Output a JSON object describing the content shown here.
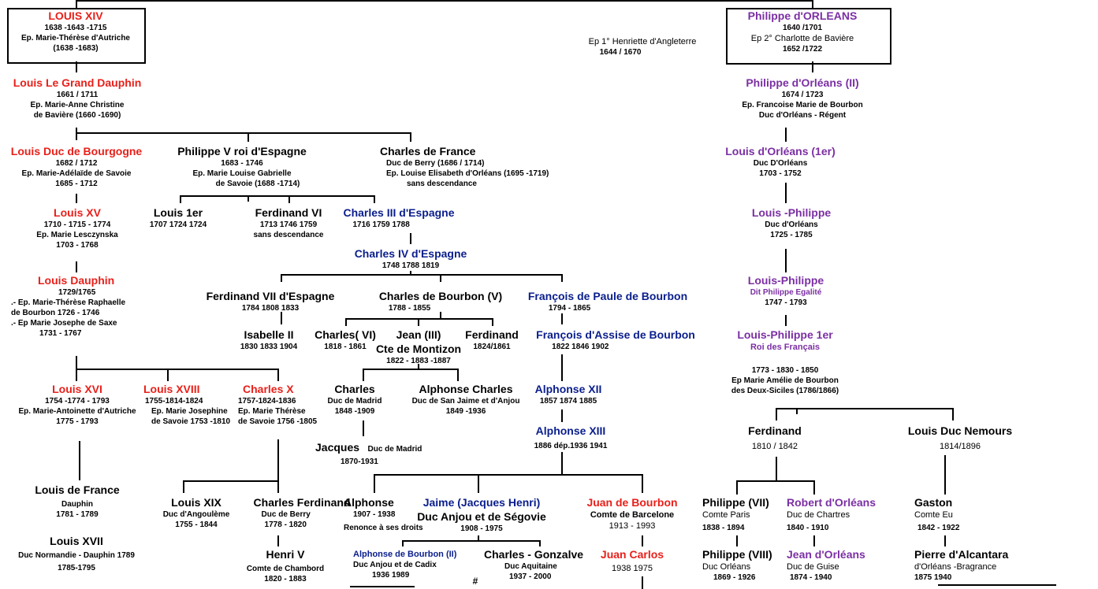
{
  "colors": {
    "red": "#e8201a",
    "blue": "#0a1e8c",
    "purple": "#7b2fa3",
    "line": "#000000"
  },
  "louis14": {
    "name": "LOUIS XIV",
    "dates": "1638 -1643 -1715",
    "spouse1": "Ep. Marie-Thérèse d'Autriche",
    "spouse2": "(1638 -1683)"
  },
  "philippe_orleans": {
    "name": "Philippe d'ORLEANS",
    "dates": "1640 /1701",
    "spouse": "Ep 2° Charlotte de Bavière",
    "spouse_dates": "1652 /1722"
  },
  "henriette": {
    "text": "Ep 1° Henriette d'Angleterre",
    "dates": "1644 / 1670"
  },
  "grand_dauphin": {
    "name": "Louis Le Grand Dauphin",
    "dates": "1661 / 1711",
    "spouse1": "Ep. Marie-Anne Christine",
    "spouse2": "de Bavière (1660 -1690)"
  },
  "philippe2": {
    "name": "Philippe d'Orléans (II)",
    "dates": "1674 / 1723",
    "spouse": "Ep. Francoise Marie de Bourbon",
    "title": "Duc d'Orléans - Régent"
  },
  "bourgogne": {
    "name": "Louis  Duc de Bourgogne",
    "dates": "1682 / 1712",
    "spouse": "Ep. Marie-Adélaïde de Savoie",
    "spouse_dates": "1685 - 1712"
  },
  "philippe5": {
    "name": "Philippe V roi d'Espagne",
    "dates": "1683 - 1746",
    "spouse1": "Ep. Marie Louise Gabrielle",
    "spouse2": "de Savoie (1688 -1714)"
  },
  "charles_france": {
    "name": "Charles de France",
    "title": "Duc de Berry (1686 / 1714)",
    "spouse": "Ep. Louise Elisabeth d'Orléans  (1695 -1719)",
    "note": "sans descendance"
  },
  "louis_orleans1": {
    "name": "Louis d'Orléans (1er)",
    "title": "Duc D'Orléans",
    "dates": "1703 - 1752"
  },
  "louis15": {
    "name": "Louis XV",
    "dates": "1710 - 1715 - 1774",
    "spouse": "Ep. Marie Lesczynska",
    "spouse_dates": "1703 - 1768"
  },
  "louis1er": {
    "name": "Louis 1er",
    "dates": "1707 1724 1724"
  },
  "ferdinand6": {
    "name": "Ferdinand VI",
    "dates": "1713 1746 1759",
    "note": "sans descendance"
  },
  "charles3": {
    "name": "Charles III d'Espagne",
    "dates": "1716 1759 1788"
  },
  "louis_philippe_a": {
    "name": "Louis -Philippe",
    "title": "Duc d'Orléans",
    "dates": "1725 - 1785"
  },
  "charles4": {
    "name": "Charles IV d'Espagne",
    "dates": "1748 1788 1819"
  },
  "louis_dauphin": {
    "name": "Louis Dauphin",
    "dates": "1729/1765",
    "spouse1": ".- Ep.  Marie-Thérèse Raphaelle",
    "spouse1b": "de Bourbon  1726 - 1746",
    "spouse2": ".- Ep Marie Josephe de Saxe",
    "spouse2b": "1731 - 1767"
  },
  "louis_philippe_b": {
    "name": "Louis-Philippe",
    "title": "Dit Philippe Egalité",
    "dates": "1747 - 1793"
  },
  "ferdinand7": {
    "name": "Ferdinand VII d'Espagne",
    "dates": "1784 1808 1833"
  },
  "charles_bourbon5": {
    "name": "Charles de Bourbon (V)",
    "dates": "1788 - 1855"
  },
  "francois_paule": {
    "name": "François de Paule de Bourbon",
    "dates": "1794 - 1865"
  },
  "isabelle2": {
    "name": "Isabelle II",
    "dates": "1830 1833 1904"
  },
  "charles6": {
    "name": "Charles( VI)",
    "dates": "1818 - 1861"
  },
  "jean3": {
    "name": "Jean (III)",
    "title": "Cte de Montizon",
    "dates": "1822 - 1883 -1887"
  },
  "ferdinand_b": {
    "name": "Ferdinand",
    "dates": "1824/1861"
  },
  "francois_assise": {
    "name": "François d'Assise de Bourbon",
    "dates": "1822  1846 1902"
  },
  "lp1er": {
    "name": "Louis-Philippe 1er",
    "title": "Roi des Français",
    "dates": "1773 - 1830 - 1850",
    "spouse": "Ep  Marie Amélie de Bourbon",
    "spouse2": "des Deux-Siciles (1786/1866)"
  },
  "louis16": {
    "name": "Louis XVI",
    "dates": "1754 -1774 - 1793",
    "spouse": "Ep. Marie-Antoinette d'Autriche",
    "spouse_dates": "1775 - 1793"
  },
  "louis18": {
    "name": "Louis XVIII",
    "dates": "1755-1814-1824",
    "spouse": "Ep. Marie Josephine",
    "spouse2": "de Savoie  1753 -1810"
  },
  "charles10": {
    "name": "Charles X",
    "dates": "1757-1824-1836",
    "spouse": "Ep. Marie Thérèse",
    "spouse2": "de Savoie  1756 -1805"
  },
  "charles_madrid": {
    "name": "Charles",
    "title": "Duc de Madrid",
    "dates": "1848 -1909"
  },
  "alphonse_charles": {
    "name": "Alphonse Charles",
    "title": "Duc de San Jaime et d'Anjou",
    "dates": "1849 -1936"
  },
  "alphonse12": {
    "name": "Alphonse XII",
    "dates": "1857 1874 1885"
  },
  "ferdinand_orl": {
    "name": "Ferdinand",
    "dates": "1810 / 1842"
  },
  "nemours": {
    "name": "Louis Duc Nemours",
    "dates": "1814/1896"
  },
  "jacques": {
    "name": "Jacques",
    "title": "Duc de Madrid",
    "dates": "1870-1931"
  },
  "alphonse13": {
    "name": "Alphonse XIII",
    "dates": "1886 dép.1936 1941"
  },
  "louis_france": {
    "name": "Louis de France",
    "title": "Dauphin",
    "dates": "1781 - 1789"
  },
  "louis17": {
    "name": "Louis XVII",
    "title": "Duc Normandie - Dauphin 1789",
    "dates": "1785-1795"
  },
  "louis19": {
    "name": "Louis XIX",
    "title": "Duc d'Angoulème",
    "dates": "1755 - 1844"
  },
  "charles_ferdinand": {
    "name": "Charles Ferdinand",
    "title": "Duc de Berry",
    "dates": "1778 - 1820"
  },
  "henri5": {
    "name": "Henri V",
    "title": "Comte de Chambord",
    "dates": "1820 - 1883"
  },
  "alphonse_b": {
    "name": "Alphonse",
    "dates": "1907 - 1938",
    "note": "Renonce à ses droits"
  },
  "jaime": {
    "name": "Jaime (Jacques Henri)",
    "title": "Duc Anjou et de Ségovie",
    "dates": "1908 - 1975"
  },
  "juan_bourbon": {
    "name": "Juan de Bourbon",
    "title": "Comte de Barcelone",
    "dates": "1913 - 1993"
  },
  "alphonse_bourbon2": {
    "name": "Alphonse de Bourbon (II)",
    "title": "Duc Anjou et de Cadix",
    "dates": "1936  1989"
  },
  "charles_gonzalve": {
    "name": "Charles - Gonzalve",
    "title": "Duc Aquitaine",
    "dates": "1937 - 2000"
  },
  "hash": "#",
  "juan_carlos": {
    "name": "Juan Carlos",
    "dates": "1938 1975"
  },
  "philippe7": {
    "name": "Philippe (VII)",
    "title": "Comte Paris",
    "dates": "1838 - 1894"
  },
  "robert": {
    "name": "Robert d'Orléans",
    "title": "Duc de Chartres",
    "dates": "1840 - 1910"
  },
  "gaston": {
    "name": "Gaston",
    "title": "Comte Eu",
    "dates": "1842 - 1922"
  },
  "philippe8": {
    "name": "Philippe (VIII)",
    "title": "Duc Orléans",
    "dates": "1869 - 1926"
  },
  "jean_orleans": {
    "name": "Jean d'Orléans",
    "title": "Duc de Guise",
    "dates": "1874 - 1940"
  },
  "pierre": {
    "name": "Pierre d'Alcantara",
    "title": "d'Orléans -Bragrance",
    "dates": "1875 1940"
  }
}
